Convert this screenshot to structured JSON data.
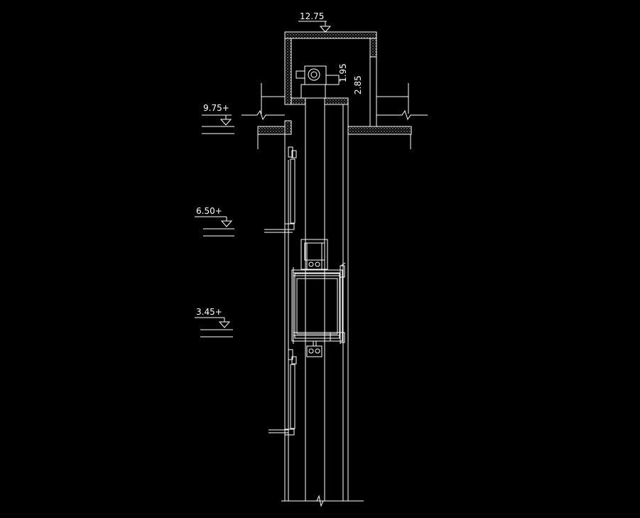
{
  "drawing": {
    "background": "#000000",
    "line_color": "#ffffff",
    "top_level": "12.75",
    "levels": [
      "9.75+",
      "6.50+",
      "3.45+"
    ],
    "dims": [
      "1.95",
      "2.85"
    ]
  }
}
